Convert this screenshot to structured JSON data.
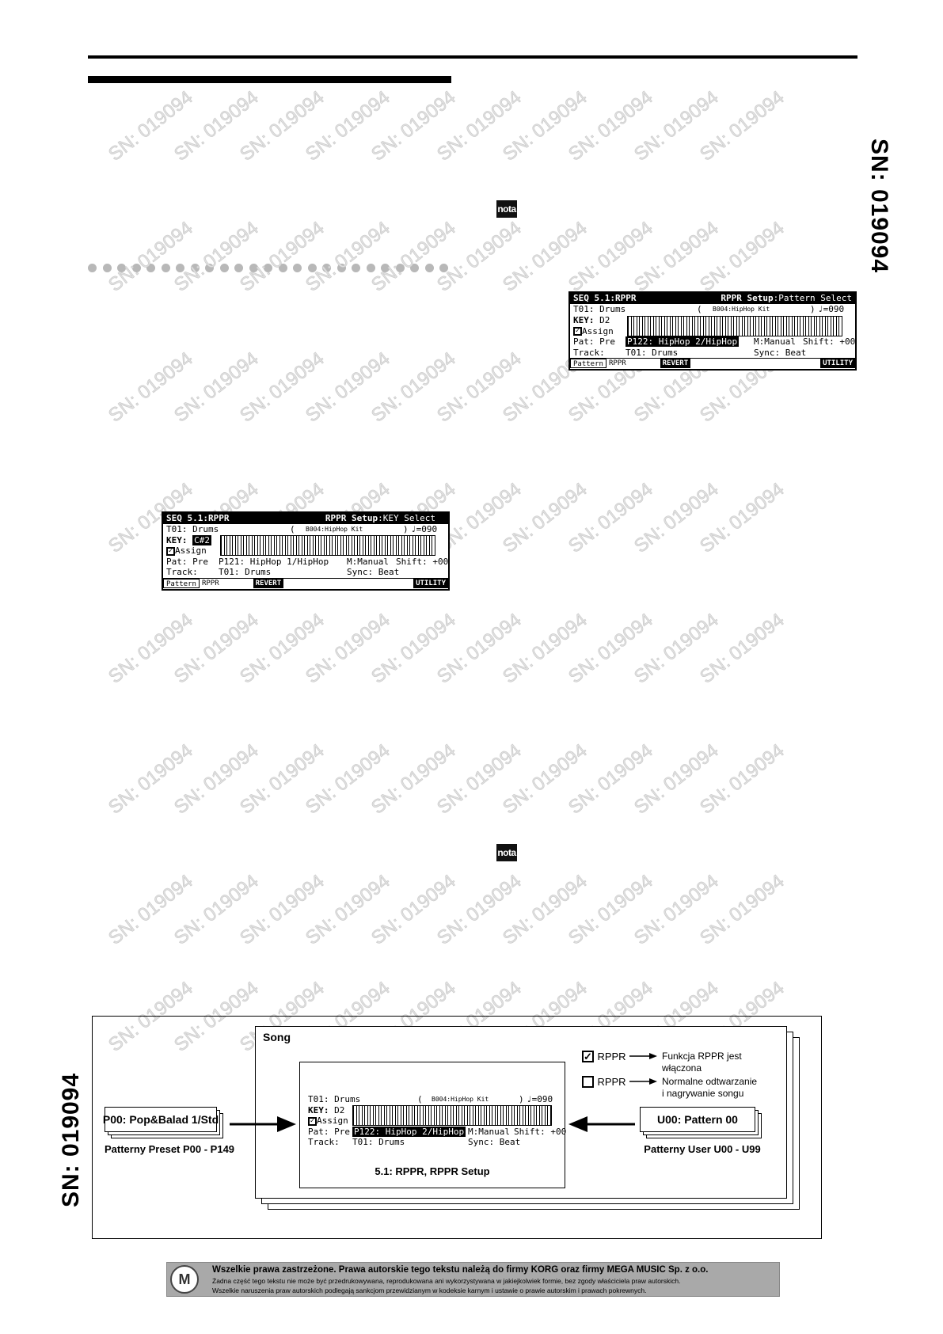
{
  "watermark": "SN: 019094",
  "nota_label": "nota",
  "screen1": {
    "title_left": "SEQ 5.1:RPPR",
    "title_mid": "RPPR Setup",
    "title_right": ":Pattern Select",
    "track": "T01: Drums",
    "kit_left": "(",
    "kit": "B004:HipHop Kit",
    "kit_right": ")",
    "tempo": "♩=090",
    "key_label": "KEY:",
    "key_value": "D2",
    "assign": "Assign",
    "pat": "Pat: Pre",
    "pattern": "P122: HipHop 2/HipHop",
    "mode": "M:Manual",
    "shift": "Shift: +00",
    "track_label": "Track:",
    "track_value": "T01: Drums",
    "sync": "Sync: Beat",
    "tab_pattern": "Pattern",
    "tab_rppr": "RPPR",
    "tab_revert": "REVERT",
    "tab_utility": "UTILITY"
  },
  "screen2": {
    "title_left": "SEQ 5.1:RPPR",
    "title_mid": "RPPR Setup",
    "title_right": ":KEY Select",
    "track": "T01: Drums",
    "kit_left": "(",
    "kit": "B004:HipHop Kit",
    "kit_right": ")",
    "tempo": "♩=090",
    "key_label": "KEY:",
    "key_value": "C#2",
    "assign": "Assign",
    "pat": "Pat: Pre",
    "pattern": "P121: HipHop 1/HipHop",
    "mode": "M:Manual",
    "shift": "Shift: +00",
    "track_label": "Track:",
    "track_value": "T01: Drums",
    "sync": "Sync: Beat",
    "tab_pattern": "Pattern",
    "tab_rppr": "RPPR",
    "tab_revert": "REVERT",
    "tab_utility": "UTILITY"
  },
  "diagram": {
    "song": "Song",
    "preset_box": "P00: Pop&Balad 1/Std",
    "preset_caption": "Patterny Preset P00 - P149",
    "user_box": "U00: Pattern 00",
    "user_caption": "Patterny User U00 - U99",
    "rppr_on": "RPPR",
    "rppr_on_desc_1": "Funkcja RPPR jest",
    "rppr_on_desc_2": "włączona",
    "rppr_off": "RPPR",
    "rppr_off_desc_1": "Normalne odtwarzanie",
    "rppr_off_desc_2": "i nagrywanie songu",
    "screen_caption": "5.1: RPPR, RPPR Setup",
    "lcd": {
      "track": "T01: Drums",
      "kit_left": "(",
      "kit": "B004:HipHop Kit",
      "kit_right": ")",
      "tempo": "♩=090",
      "key_label": "KEY:",
      "key_value": "D2",
      "assign": "Assign",
      "pat": "Pat: Pre",
      "pattern": "P122: HipHop 2/HipHop",
      "mode": "M:Manual",
      "shift": "Shift: +00",
      "track_label": "Track:",
      "track_value": "T01: Drums",
      "sync": "Sync: Beat"
    }
  },
  "footer": {
    "logo": "M",
    "line1": "Wszelkie prawa zastrzeżone. Prawa autorskie tego tekstu należą do firmy KORG oraz firmy MEGA MUSIC Sp. z o.o.",
    "line2": "Żadna część tego tekstu nie może być przedrukowywana, reprodukowana ani wykorzystywana w jakiejkolwiek formie, bez zgody właściciela praw autorskich.",
    "line3": "Wszelkie naruszenia praw autorskich podlegają sankcjom przewidzianym w kodeksie karnym i ustawie o prawie autorskim i prawach pokrewnych."
  }
}
